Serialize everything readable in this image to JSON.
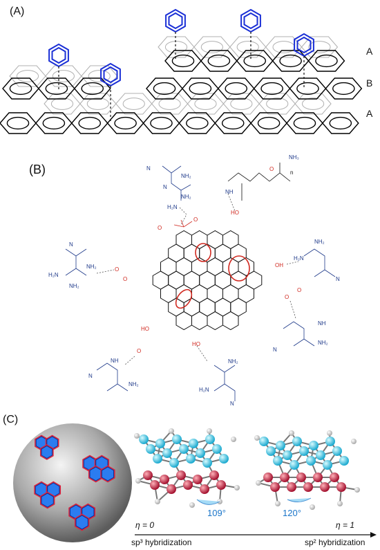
{
  "panel_a": {
    "label": "(A)",
    "layers": [
      "A",
      "B",
      "A"
    ]
  },
  "panel_b": {
    "label": "(B)"
  },
  "panel_c": {
    "label": "(C)",
    "angle_sp3": "109°",
    "angle_sp2": "120°",
    "eta_left": "η = 0",
    "eta_right": "η = 1",
    "hyb_left": "sp³ hybridization",
    "hyb_right": "sp² hybridization"
  },
  "colors": {
    "phenyl": "#1a2fd6",
    "oxygen": "#d0281f",
    "carbon_top": "#2bc6e6",
    "carbon_bottom": "#c2183a",
    "flake_fill": "#1e90ff"
  }
}
